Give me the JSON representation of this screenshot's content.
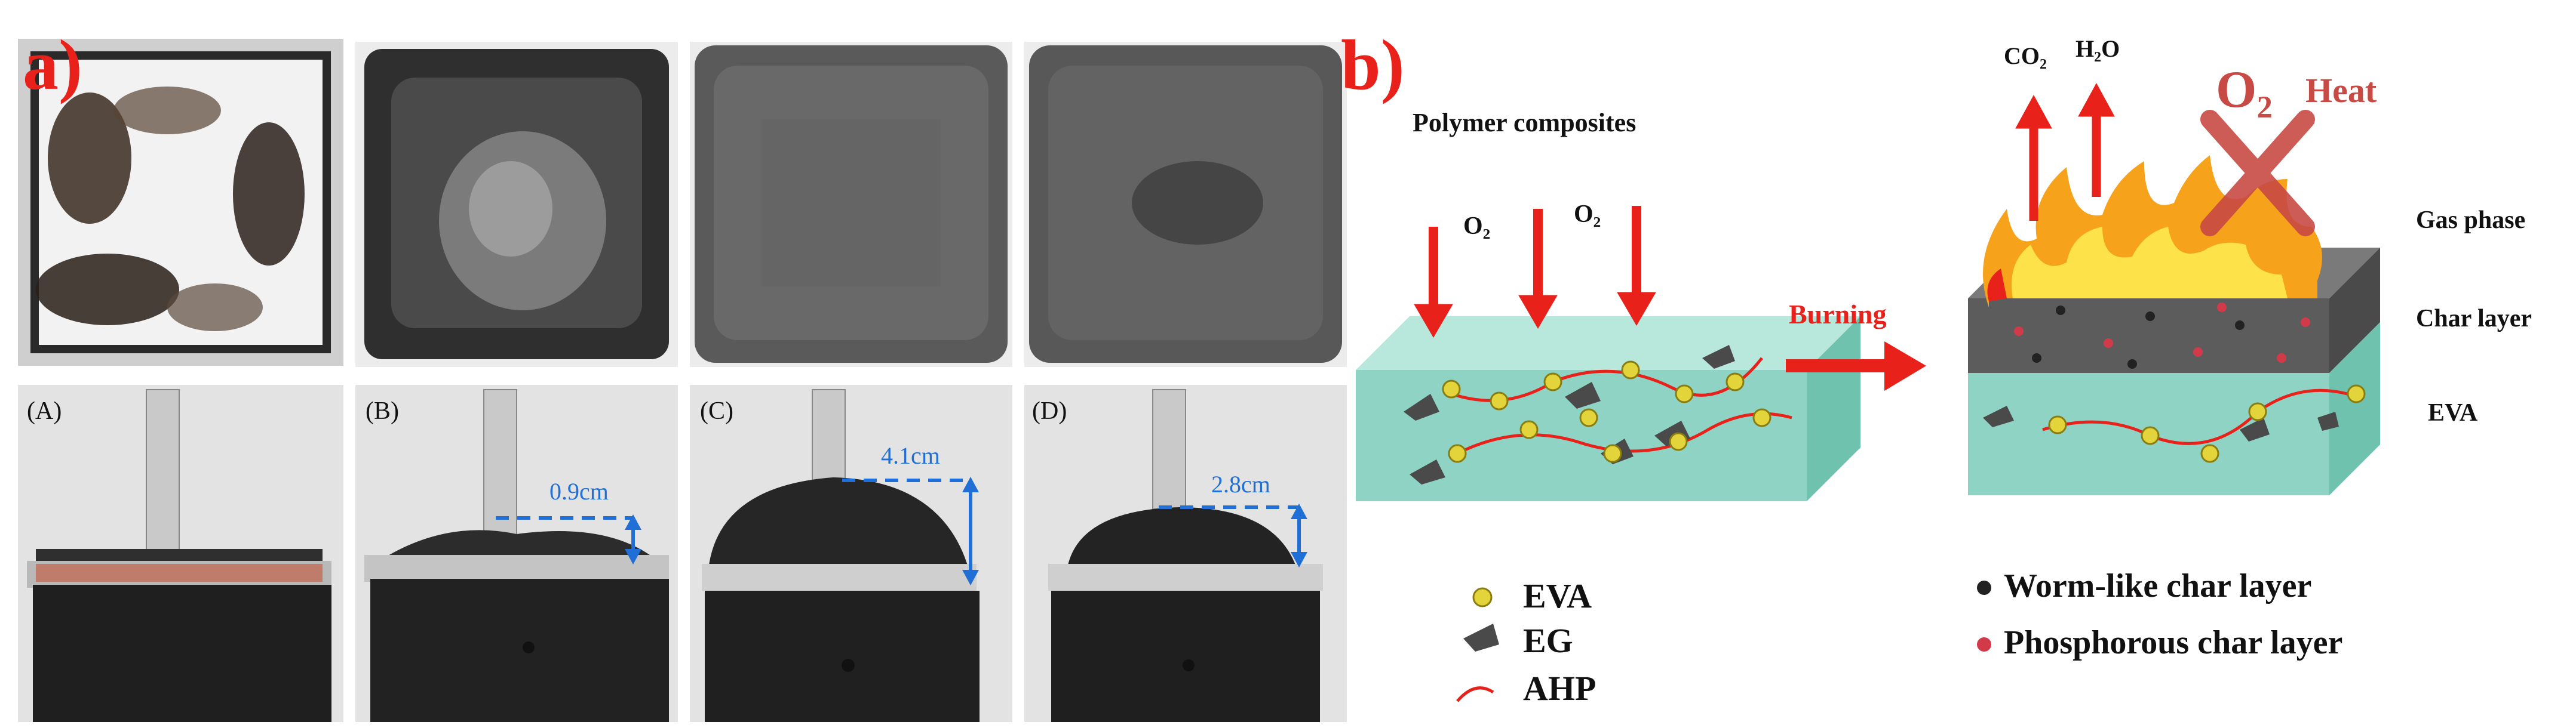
{
  "panel_a": {
    "label": "a)",
    "sample_labels": [
      "(A)",
      "(B)",
      "(C)",
      "(D)"
    ],
    "measurements": [
      "0.9cm",
      "4.1cm",
      "2.8cm"
    ]
  },
  "panel_b": {
    "label": "b)",
    "polymer_title": "Polymer composites",
    "o2_left": "O₂",
    "o2_right": "O₂",
    "burning_label": "Burning",
    "co2": "CO₂",
    "h2o": "H₂O",
    "o2_big": "O₂",
    "heat": "Heat",
    "gas_phase": "Gas phase",
    "char_layer": "Char layer",
    "eva_layer": "EVA"
  },
  "legend": {
    "eva": "EVA",
    "eg": "EG",
    "ahp": "AHP",
    "worm_char": "Worm-like char layer",
    "phos_char": "Phosphorous char layer"
  },
  "colors": {
    "accent_red": "#e8211b",
    "measure_blue": "#1f6fd6",
    "block_teal": "#8fd3c4",
    "char_grey": "#5c5c5c"
  }
}
